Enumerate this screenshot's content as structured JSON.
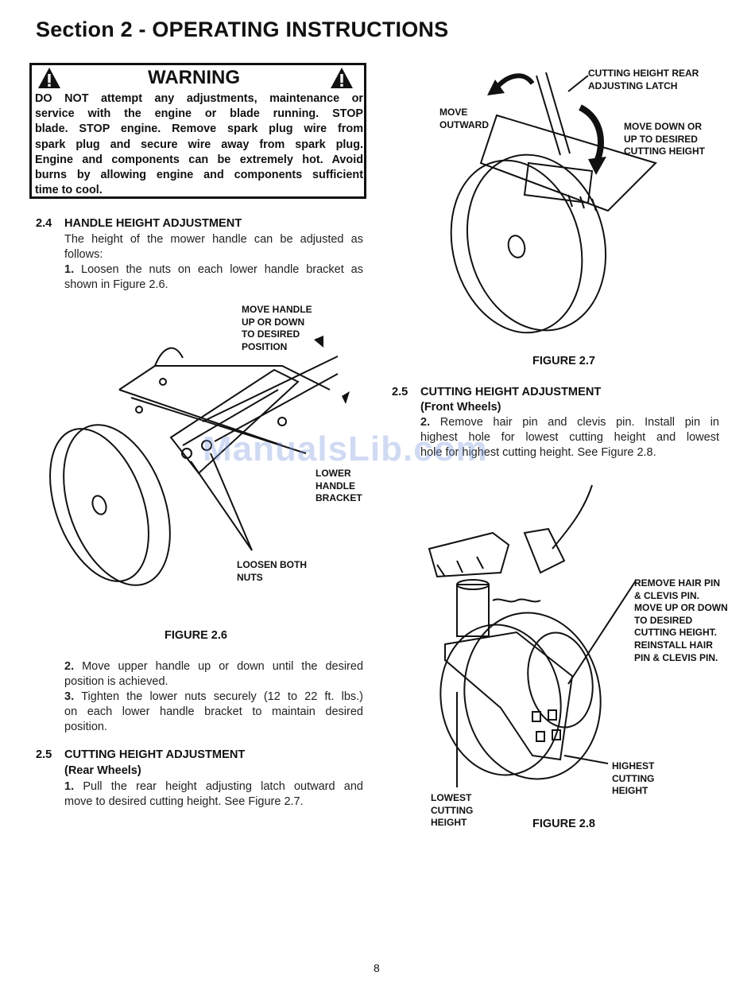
{
  "title": "Section 2 - OPERATING INSTRUCTIONS",
  "warning": {
    "heading": "WARNING",
    "lines": [
      "DO NOT attempt any adjustments, maintenance or",
      "service with the engine or blade running. STOP",
      "blade. STOP engine. Remove spark plug wire from",
      "spark plug and secure wire away from spark plug.",
      "Engine and components can be extremely hot. Avoid",
      "burns by allowing engine and components sufficient",
      "time to cool."
    ]
  },
  "section_24": {
    "number": "2.4",
    "heading": "HANDLE HEIGHT ADJUSTMENT",
    "intro_lines": [
      "The height of the mower handle can be adjusted as",
      "follows:"
    ],
    "step1_num": "1.",
    "step1_lines": [
      "Loosen the nuts on each lower handle bracket as",
      "shown in Figure 2.6."
    ],
    "step2_num": "2.",
    "step2_lines": [
      "Move upper handle up or down until the desired",
      "position is achieved."
    ],
    "step3_num": "3.",
    "step3_lines": [
      "Tighten the lower nuts securely (12 to 22 ft. lbs.)",
      "on each lower handle bracket to maintain desired",
      "position."
    ]
  },
  "figure_26": {
    "caption": "FIGURE 2.6",
    "label_move": [
      "MOVE HANDLE",
      "UP OR DOWN",
      "TO DESIRED",
      "POSITION"
    ],
    "label_bracket": [
      "LOWER",
      "HANDLE",
      "BRACKET"
    ],
    "label_nuts": [
      "LOOSEN BOTH",
      "NUTS"
    ]
  },
  "section_25_rear": {
    "number": "2.5",
    "heading": "CUTTING HEIGHT ADJUSTMENT",
    "sub": "(Rear Wheels)",
    "step1_num": "1.",
    "step1_lines": [
      "Pull the rear height adjusting latch outward and",
      "move to desired cutting height. See Figure 2.7."
    ]
  },
  "figure_27": {
    "caption": "FIGURE 2.7",
    "label_latch": [
      "CUTTING HEIGHT REAR",
      "ADJUSTING LATCH"
    ],
    "label_outward": [
      "MOVE",
      "OUTWARD"
    ],
    "label_down": [
      "MOVE DOWN OR",
      "UP TO DESIRED",
      "CUTTING HEIGHT"
    ]
  },
  "section_25_front": {
    "number": "2.5",
    "heading": "CUTTING HEIGHT ADJUSTMENT",
    "sub": "(Front Wheels)",
    "step2_num": "2.",
    "step2_lines": [
      "Remove hair pin and clevis pin. Install pin in",
      "highest hole for lowest cutting height and lowest",
      "hole for highest cutting height. See Figure 2.8."
    ]
  },
  "figure_28": {
    "caption": "FIGURE 2.8",
    "label_remove": [
      "REMOVE HAIR PIN",
      "& CLEVIS PIN.",
      "MOVE UP OR DOWN",
      "TO DESIRED",
      "CUTTING HEIGHT.",
      "REINSTALL HAIR",
      "PIN & CLEVIS PIN."
    ],
    "label_highest": [
      "HIGHEST",
      "CUTTING",
      "HEIGHT"
    ],
    "label_lowest": [
      "LOWEST",
      "CUTTING",
      "HEIGHT"
    ]
  },
  "watermark": "ManualsLib.com",
  "page_number": "8"
}
